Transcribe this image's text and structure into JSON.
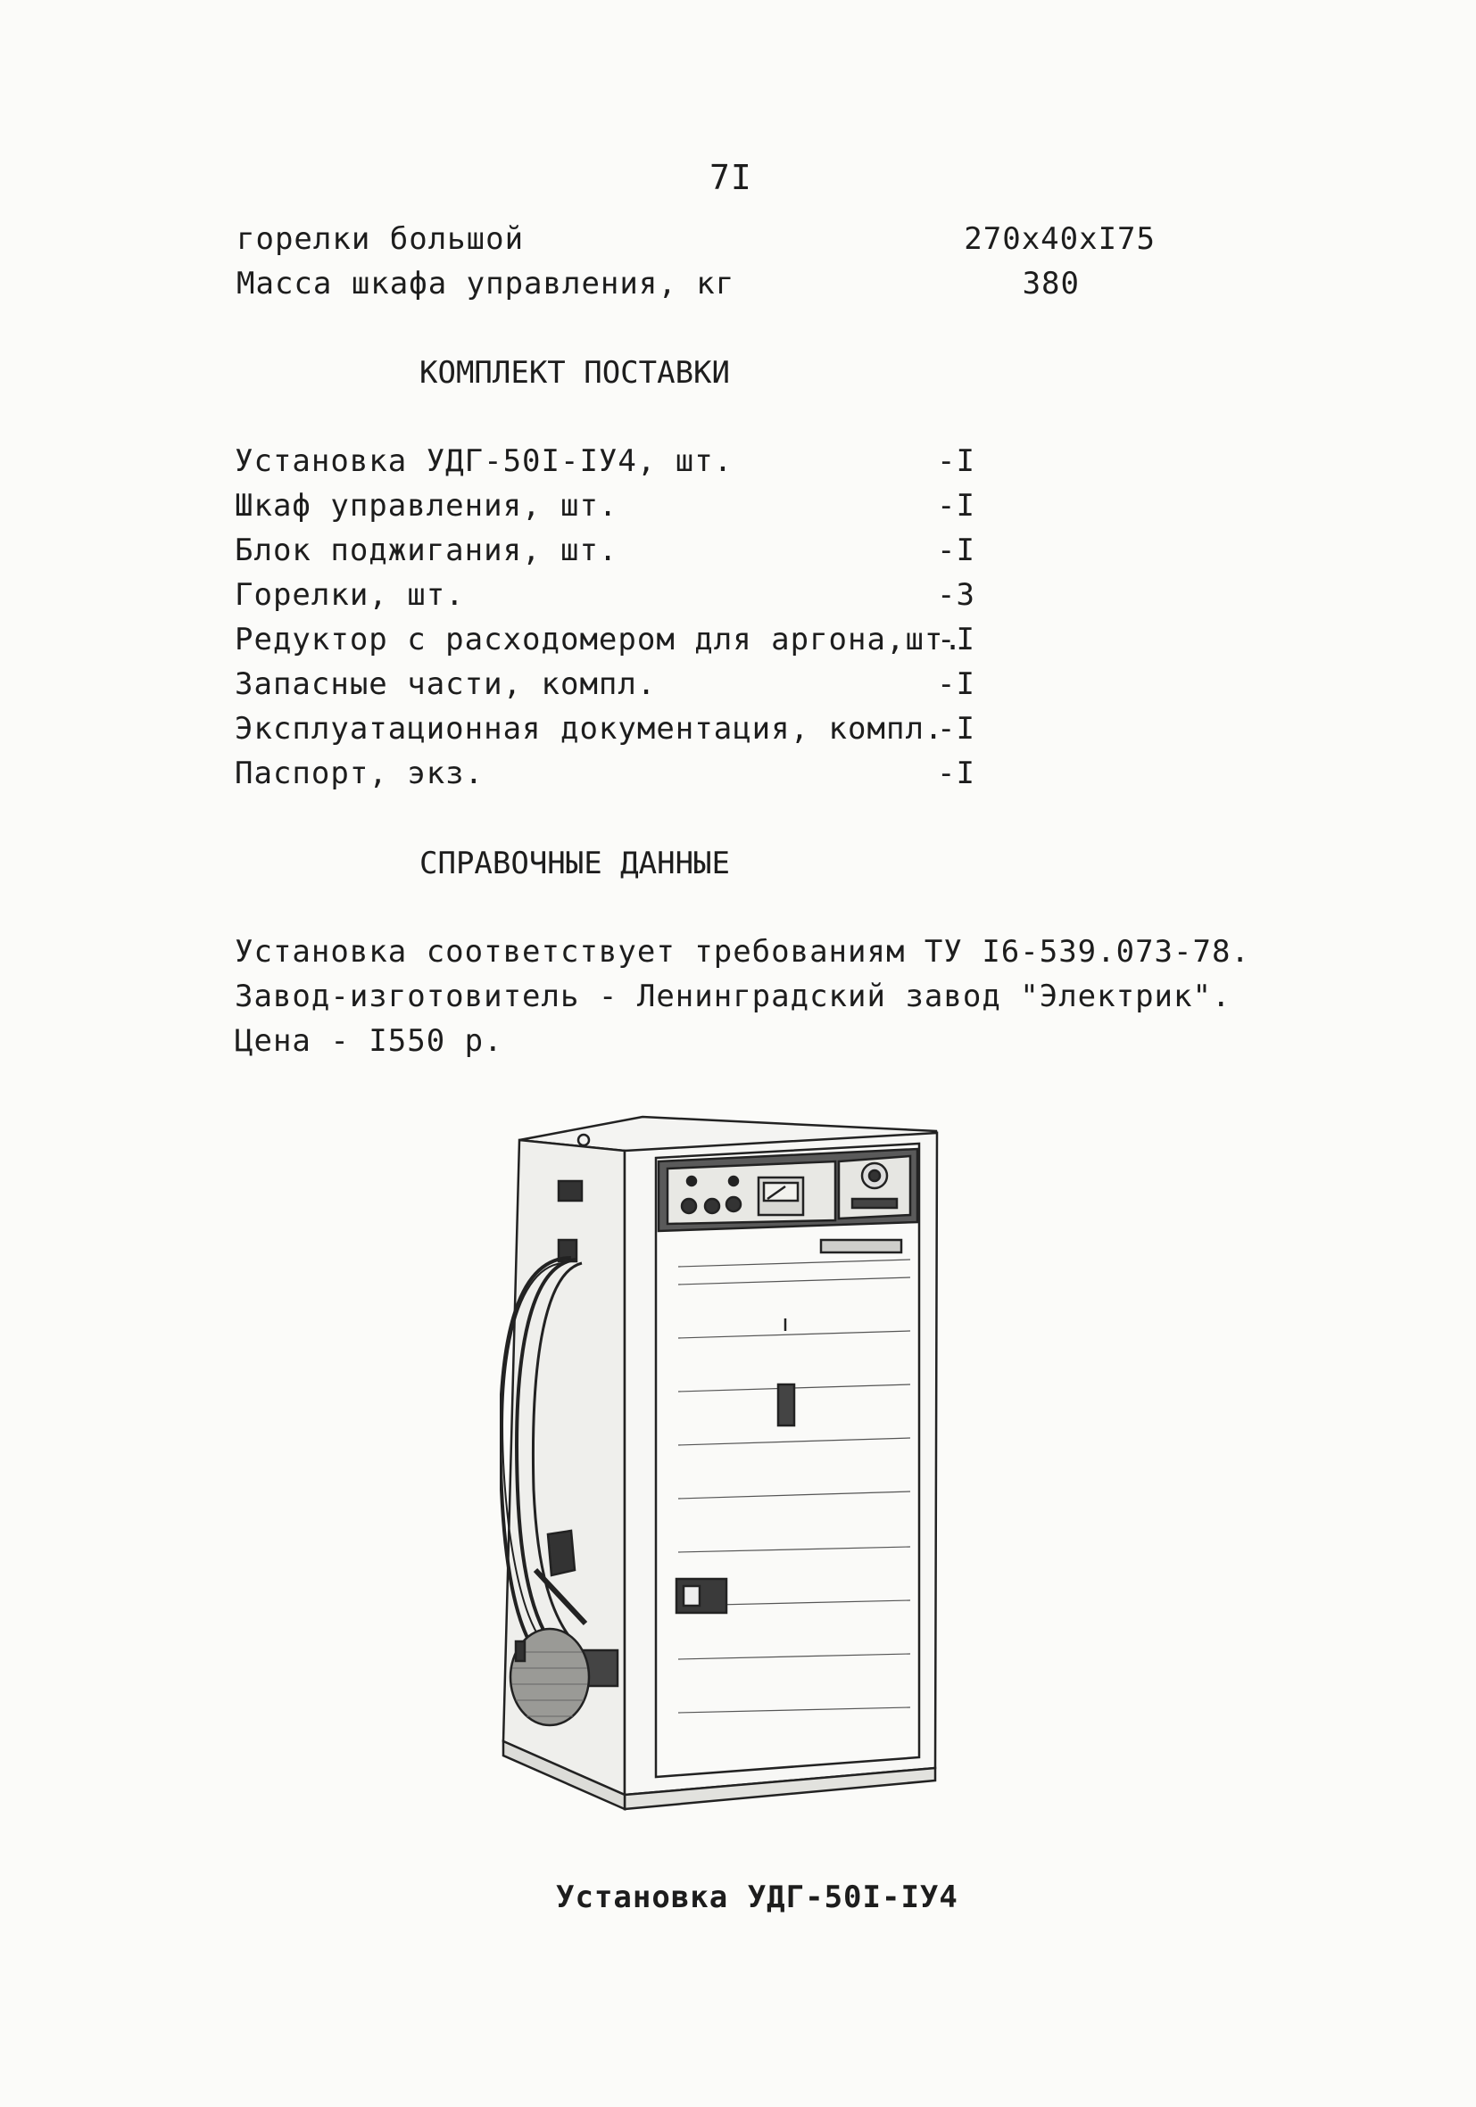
{
  "page_number": "7I",
  "specs": [
    {
      "label": "горелки большой",
      "value": "270x40xI75"
    },
    {
      "label": "Масса шкафа управления, кг",
      "value": "380"
    }
  ],
  "delivery": {
    "heading": "КОМПЛЕКТ ПОСТАВКИ",
    "items": [
      {
        "label": "Установка УДГ-50I-IУ4, шт.",
        "qty": "-I"
      },
      {
        "label": "Шкаф управления, шт.",
        "qty": "-I"
      },
      {
        "label": "Блок поджигания, шт.",
        "qty": "-I"
      },
      {
        "label": "Горелки, шт.",
        "qty": "-3"
      },
      {
        "label": "Редуктор с расходомером для аргона,шт.",
        "qty": "-I"
      },
      {
        "label": "Запасные части, компл.",
        "qty": "-I"
      },
      {
        "label": "Эксплуатационная документация, компл.",
        "qty": "-I"
      },
      {
        "label": "Паспорт, экз.",
        "qty": "-I"
      }
    ]
  },
  "reference": {
    "heading": "СПРАВОЧНЫЕ ДАННЫЕ",
    "lines": [
      "Установка соответствует требованиям ТУ I6-539.073-78.",
      "Завод-изготовитель - Ленинградский завод \"Электрик\".",
      "Цена - I550 р."
    ]
  },
  "figure_caption": "Установка УДГ-50I-IУ4"
}
